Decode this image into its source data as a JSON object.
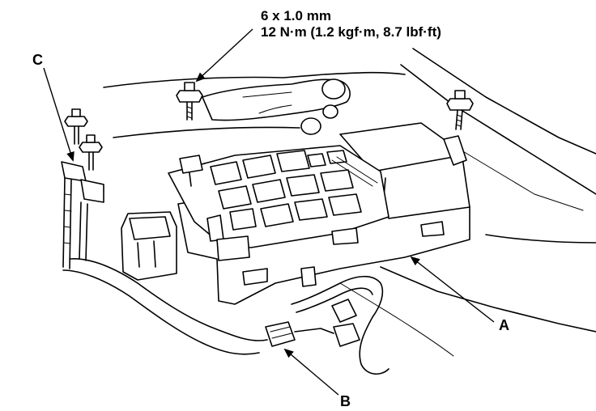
{
  "spec": {
    "bolt_size": "6 x 1.0 mm",
    "torque": "12 N·m (1.2 kgf·m, 8.7 lbf·ft)"
  },
  "callouts": {
    "a": "A",
    "b": "B",
    "c": "C"
  }
}
